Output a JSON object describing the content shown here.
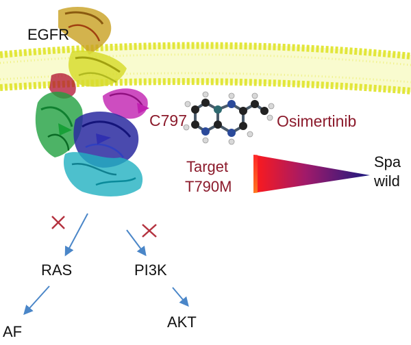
{
  "labels": {
    "egfr": "EGFR",
    "c797": "C797",
    "osimertinib": "Osimertinib",
    "target_line1": "Target",
    "target_line2": "T790M",
    "spare_line1": "Spa",
    "spare_line2": "wild",
    "ras": "RAS",
    "pi3k": "PI3K",
    "af": "AF",
    "akt": "AKT"
  },
  "colors": {
    "membrane": "#e8ec3a",
    "label_dark_red": "#8b1a2b",
    "arrow_blue": "#4a86c8",
    "inhibit_red": "#b4323f",
    "gradient_start": "#e8102a",
    "gradient_end": "#1a1a8a"
  }
}
